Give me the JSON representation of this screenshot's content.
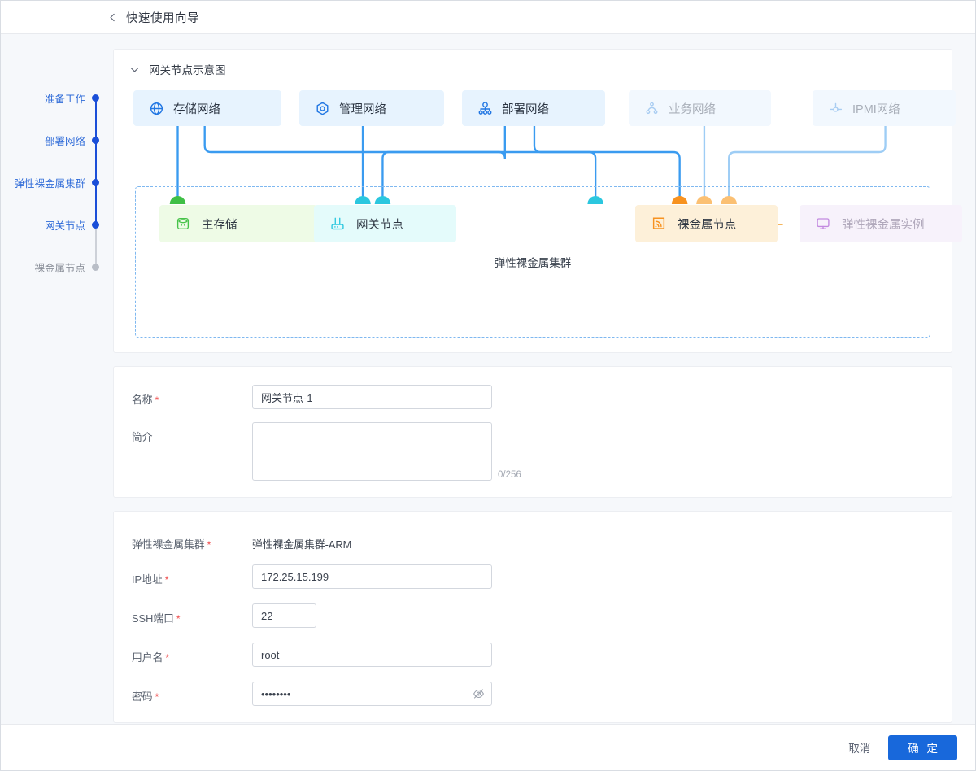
{
  "header": {
    "title": "快速使用向导",
    "back_icon": "chevron-left-icon"
  },
  "stepper": {
    "items": [
      {
        "label": "准备工作",
        "state": "done"
      },
      {
        "label": "部署网络",
        "state": "done"
      },
      {
        "label": "弹性裸金属集群",
        "state": "done"
      },
      {
        "label": "网关节点",
        "state": "current"
      },
      {
        "label": "裸金属节点",
        "state": "pending"
      }
    ],
    "active_color": "#1b4fd8",
    "pending_color": "#b9bec7"
  },
  "diagram": {
    "section_title": "网关节点示意图",
    "caret_icon": "chevron-down-icon",
    "networks": [
      {
        "label": "存储网络",
        "icon": "globe-icon",
        "state": "active"
      },
      {
        "label": "管理网络",
        "icon": "hexagon-target-icon",
        "state": "active"
      },
      {
        "label": "部署网络",
        "icon": "sitemap-icon",
        "state": "active"
      },
      {
        "label": "业务网络",
        "icon": "cloud-node-icon",
        "state": "muted"
      },
      {
        "label": "IPMI网络",
        "icon": "ipmi-axis-icon",
        "state": "muted"
      }
    ],
    "cluster_caption": "弹性裸金属集群",
    "nodes": [
      {
        "label": "主存储",
        "icon": "database-icon",
        "theme": "storage"
      },
      {
        "label": "网关节点",
        "icon": "router-icon",
        "theme": "gateway"
      },
      {
        "label": "裸金属节点",
        "icon": "signal-icon",
        "theme": "metal"
      },
      {
        "label": "弹性裸金属实例",
        "icon": "monitor-icon",
        "theme": "instance"
      }
    ],
    "colors": {
      "wire_blue": "#3a9bf0",
      "wire_light_blue": "#9ecdf5",
      "dashed_border": "#7fb8f0",
      "green_cap": "#3fbf46",
      "cyan_cap": "#2bc7df",
      "orange_cap": "#f79220",
      "orange_cap_light": "#fbc073"
    }
  },
  "form_basic": {
    "name": {
      "label": "名称",
      "required": true,
      "value": "网关节点-1",
      "placeholder": ""
    },
    "desc": {
      "label": "简介",
      "required": false,
      "value": "",
      "placeholder": "",
      "counter": "0/256"
    }
  },
  "form_connect": {
    "cluster": {
      "label": "弹性裸金属集群",
      "required": true,
      "value": "弹性裸金属集群-ARM"
    },
    "ip": {
      "label": "IP地址",
      "required": true,
      "value": "172.25.15.199",
      "placeholder": ""
    },
    "ssh_port": {
      "label": "SSH端口",
      "required": true,
      "value": "22",
      "placeholder": ""
    },
    "username": {
      "label": "用户名",
      "required": true,
      "value": "root",
      "placeholder": ""
    },
    "password": {
      "label": "密码",
      "required": true,
      "value": "••••••••",
      "placeholder": "",
      "toggle_icon": "eye-off-icon"
    }
  },
  "footer": {
    "cancel_label": "取消",
    "confirm_label": "确 定",
    "primary_color": "#1868db"
  }
}
